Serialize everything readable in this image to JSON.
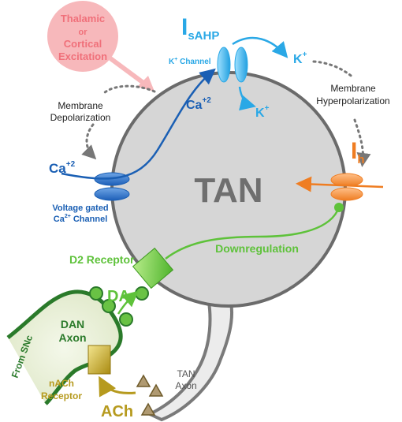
{
  "excitation": {
    "line1": "Thalamic",
    "line2": "or",
    "line3": "Cortical",
    "line4": "Excitation"
  },
  "isahp": {
    "main": "I",
    "sub": "sAHP"
  },
  "k_channel": {
    "label": "K",
    "sup": "+",
    "suffix": " Channel"
  },
  "k_out_top": {
    "label": "K",
    "sup": "+"
  },
  "k_out_bottom": {
    "label": "K",
    "sup": "+"
  },
  "ca_inside": {
    "label": "Ca",
    "sup": "+2"
  },
  "membrane_depolarization": {
    "line1": "Membrane",
    "line2": "Depolarization"
  },
  "membrane_hyperpolarization": {
    "line1": "Membrane",
    "line2": "Hyperpolarization"
  },
  "ih": {
    "main": "I",
    "sub": "h"
  },
  "ca_outside": {
    "label": "Ca",
    "sup": "+2"
  },
  "vg_channel": {
    "line1": "Voltage gated",
    "line2_main": "Ca",
    "line2_sup": "2+",
    "line2_rest": " Channel"
  },
  "cell_label": "TAN",
  "d2_receptor": "D2 Receptor",
  "downregulation": "Downregulation",
  "da_label": "DA",
  "dan_axon": {
    "line1": "DAN",
    "line2": "Axon"
  },
  "from_snc": "From SNc",
  "tan_axon": {
    "line1": "TAN",
    "line2": "Axon"
  },
  "nach_receptor": {
    "line1": "nACh",
    "line2": "Receptor"
  },
  "ach_label": "ACh",
  "colors": {
    "cell_fill": "#d6d6d6",
    "cell_stroke": "#6b6b6b",
    "excitation_pink": "#f7b8bb",
    "excitation_text": "#f0707a",
    "isahp_blue": "#2aa8e6",
    "ca_blue": "#1a5fb4",
    "ih_orange": "#ef7d22",
    "d2_green": "#5ec23a",
    "dan_green": "#2a7a2a",
    "ach_gold": "#b69a1e",
    "tan_text": "#6f6f6f"
  }
}
